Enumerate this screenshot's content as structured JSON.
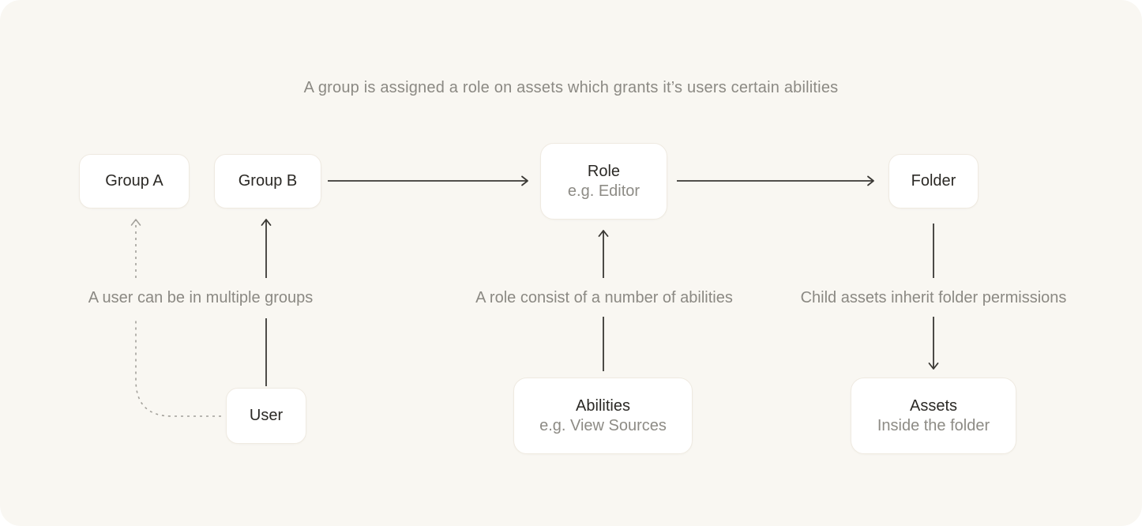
{
  "title": "A group is assigned a role on assets which grants it’s users certain abilities",
  "nodes": {
    "group_a": {
      "label": "Group A"
    },
    "group_b": {
      "label": "Group B"
    },
    "role": {
      "label": "Role",
      "sublabel": "e.g. Editor"
    },
    "folder": {
      "label": "Folder"
    },
    "user": {
      "label": "User"
    },
    "abilities": {
      "label": "Abilities",
      "sublabel": "e.g. View Sources"
    },
    "assets": {
      "label": "Assets",
      "sublabel": "Inside the folder"
    }
  },
  "edge_labels": {
    "user_groups": "A user can be in multiple groups",
    "role_abilities": "A role consist of a number of abilities",
    "folder_permissions": "Child assets inherit folder permissions"
  },
  "edges": [
    {
      "from": "group_b",
      "to": "role",
      "style": "solid"
    },
    {
      "from": "role",
      "to": "folder",
      "style": "solid"
    },
    {
      "from": "user",
      "to": "group_b",
      "style": "solid"
    },
    {
      "from": "user",
      "to": "group_a",
      "style": "dashed"
    },
    {
      "from": "abilities",
      "to": "role",
      "style": "solid"
    },
    {
      "from": "folder",
      "to": "assets",
      "style": "solid"
    }
  ],
  "colors": {
    "panel_background": "#F9F7F2",
    "node_fill": "#FFFFFF",
    "node_border": "#EFEAE1",
    "arrow_solid": "#3A3834",
    "arrow_dashed": "#A3A19B",
    "text_primary": "#2B2925",
    "text_secondary": "#8B8983"
  }
}
